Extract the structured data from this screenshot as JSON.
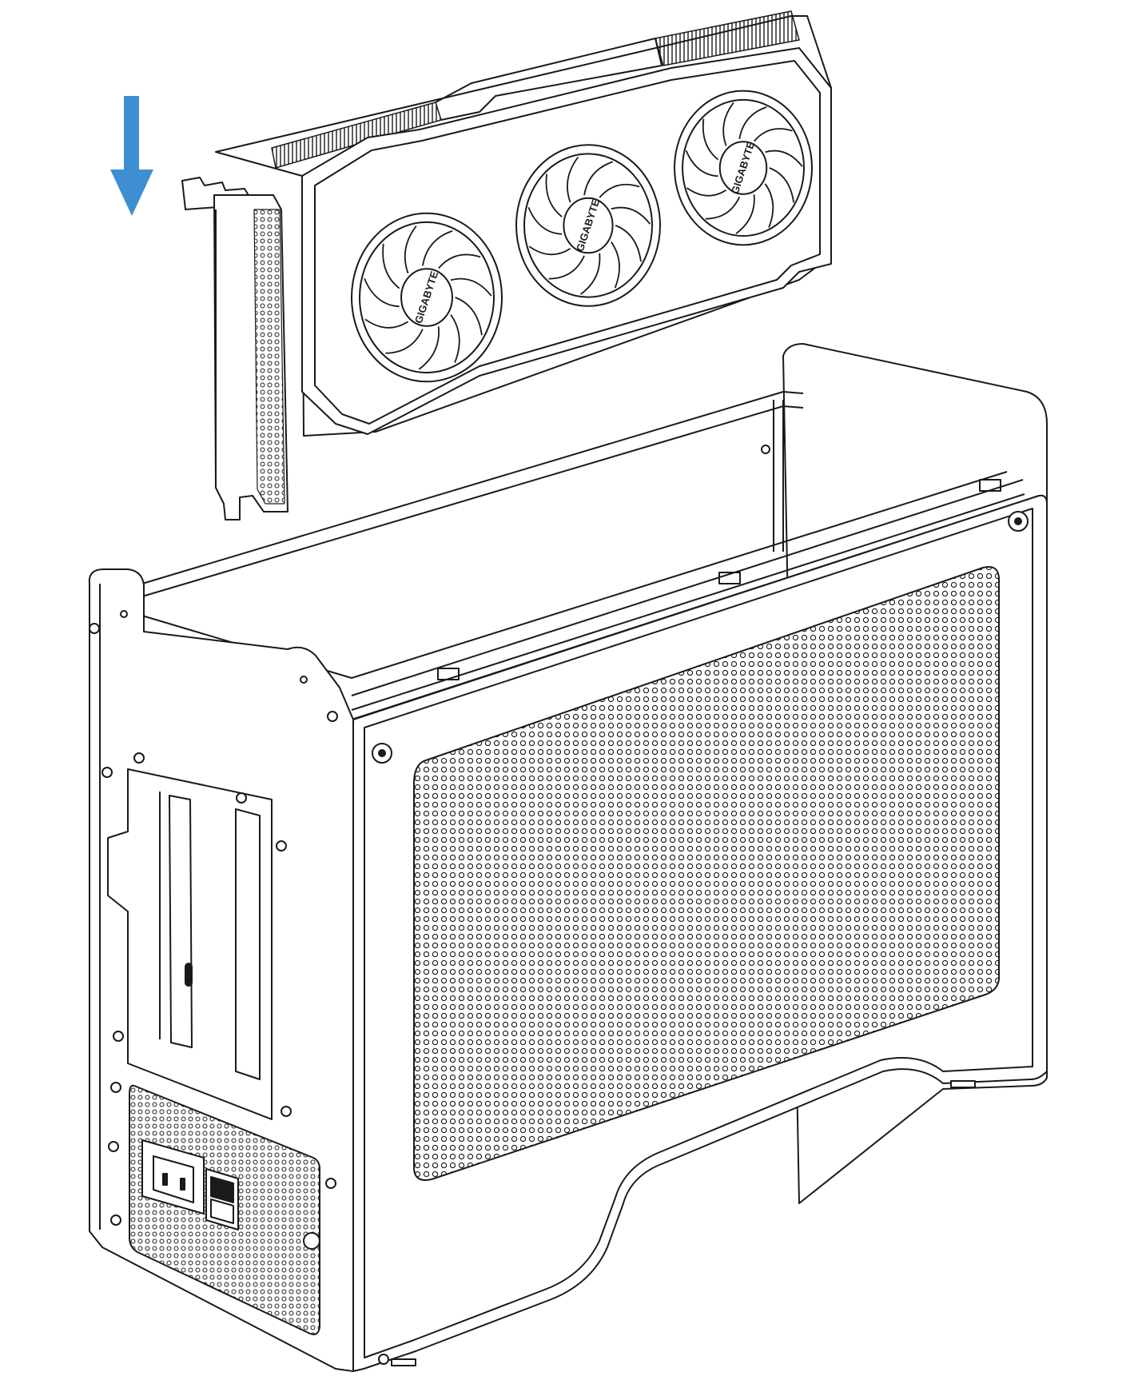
{
  "figure": {
    "background_color": "#ffffff",
    "line_color": "#1a1a1a",
    "arrow_color": "#3d8fd1",
    "arrow_direction": "down",
    "icons": [
      "down-arrow-icon"
    ]
  },
  "graphics_card": {
    "brand_label": "GIGABYTE",
    "fan_count": 3,
    "fans": [
      {
        "label": "GIGABYTE"
      },
      {
        "label": "GIGABYTE"
      },
      {
        "label": "GIGABYTE"
      }
    ]
  },
  "enclosure": {
    "parts": [
      "side-mesh-panel",
      "rear-io-panel",
      "power-inlet",
      "power-switch",
      "psu-vent-grille",
      "pcie-slot-covers",
      "top-rails"
    ]
  }
}
